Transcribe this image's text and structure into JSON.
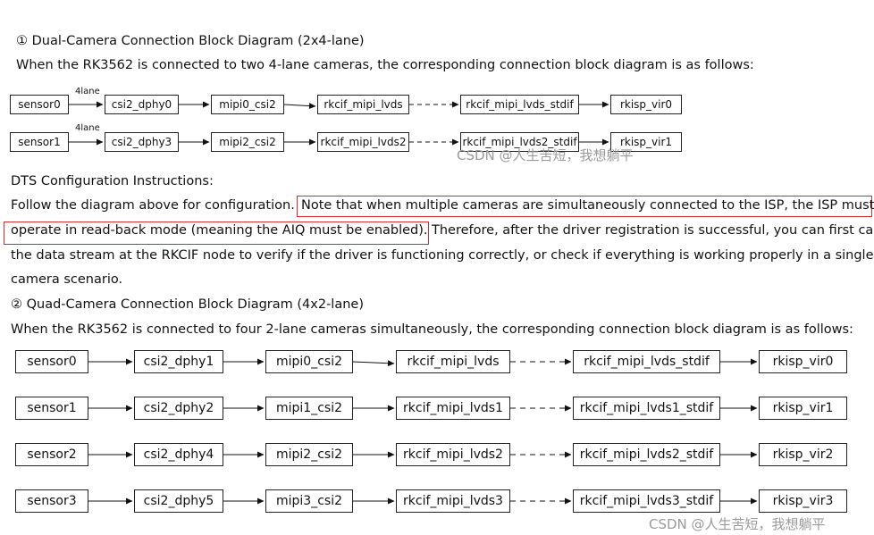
{
  "section1": {
    "title": "① Dual-Camera Connection Block Diagram (2x4-lane)",
    "intro": "When the RK3562 is connected to two 4-lane cameras, the corresponding connection block diagram is as follows:",
    "rows": [
      {
        "lane_label": "4lane",
        "nodes": [
          "sensor0",
          "csi2_dphy0",
          "mipi0_csi2",
          "rkcif_mipi_lvds",
          "rkcif_mipi_lvds_stdif",
          "rkisp_vir0"
        ]
      },
      {
        "lane_label": "4lane",
        "nodes": [
          "sensor1",
          "csi2_dphy3",
          "mipi2_csi2",
          "rkcif_mipi_lvds2",
          "rkcif_mipi_lvds2_stdif",
          "rkisp_vir1"
        ]
      }
    ]
  },
  "dts": {
    "title": "DTS Configuration Instructions:",
    "line1_pre": "Follow the diagram above for configuration.",
    "line1_highlight": "Note that when multiple cameras are simultaneously connected to the ISP, the ISP must",
    "line2_highlight": "operate in read-back mode (meaning the AIQ must be enabled).",
    "line2_post": "Therefore, after the driver registration is successful, you can first cap",
    "line3": "the data stream at the RKCIF node to verify if the driver is functioning correctly, or check if everything is working properly in a single-",
    "line4": "camera scenario."
  },
  "section2": {
    "title": "② Quad-Camera Connection Block Diagram (4x2-lane)",
    "intro": "When the RK3562 is connected to four 2-lane cameras simultaneously, the corresponding connection block diagram is as follows:",
    "rows": [
      {
        "nodes": [
          "sensor0",
          "csi2_dphy1",
          "mipi0_csi2",
          "rkcif_mipi_lvds",
          "rkcif_mipi_lvds_stdif",
          "rkisp_vir0"
        ]
      },
      {
        "nodes": [
          "sensor1",
          "csi2_dphy2",
          "mipi1_csi2",
          "rkcif_mipi_lvds1",
          "rkcif_mipi_lvds1_stdif",
          "rkisp_vir1"
        ]
      },
      {
        "nodes": [
          "sensor2",
          "csi2_dphy4",
          "mipi2_csi2",
          "rkcif_mipi_lvds2",
          "rkcif_mipi_lvds2_stdif",
          "rkisp_vir2"
        ]
      },
      {
        "nodes": [
          "sensor3",
          "csi2_dphy5",
          "mipi3_csi2",
          "rkcif_mipi_lvds3",
          "rkcif_mipi_lvds3_stdif",
          "rkisp_vir3"
        ]
      }
    ]
  },
  "watermarks": {
    "middle": "CSDN @人生苦短，我想躺平",
    "bottom": "CSDN @人生苦短，我想躺平"
  },
  "colors": {
    "highlight_border": "#d32f2f",
    "text": "#111111",
    "watermark": "#9a9a9a"
  }
}
